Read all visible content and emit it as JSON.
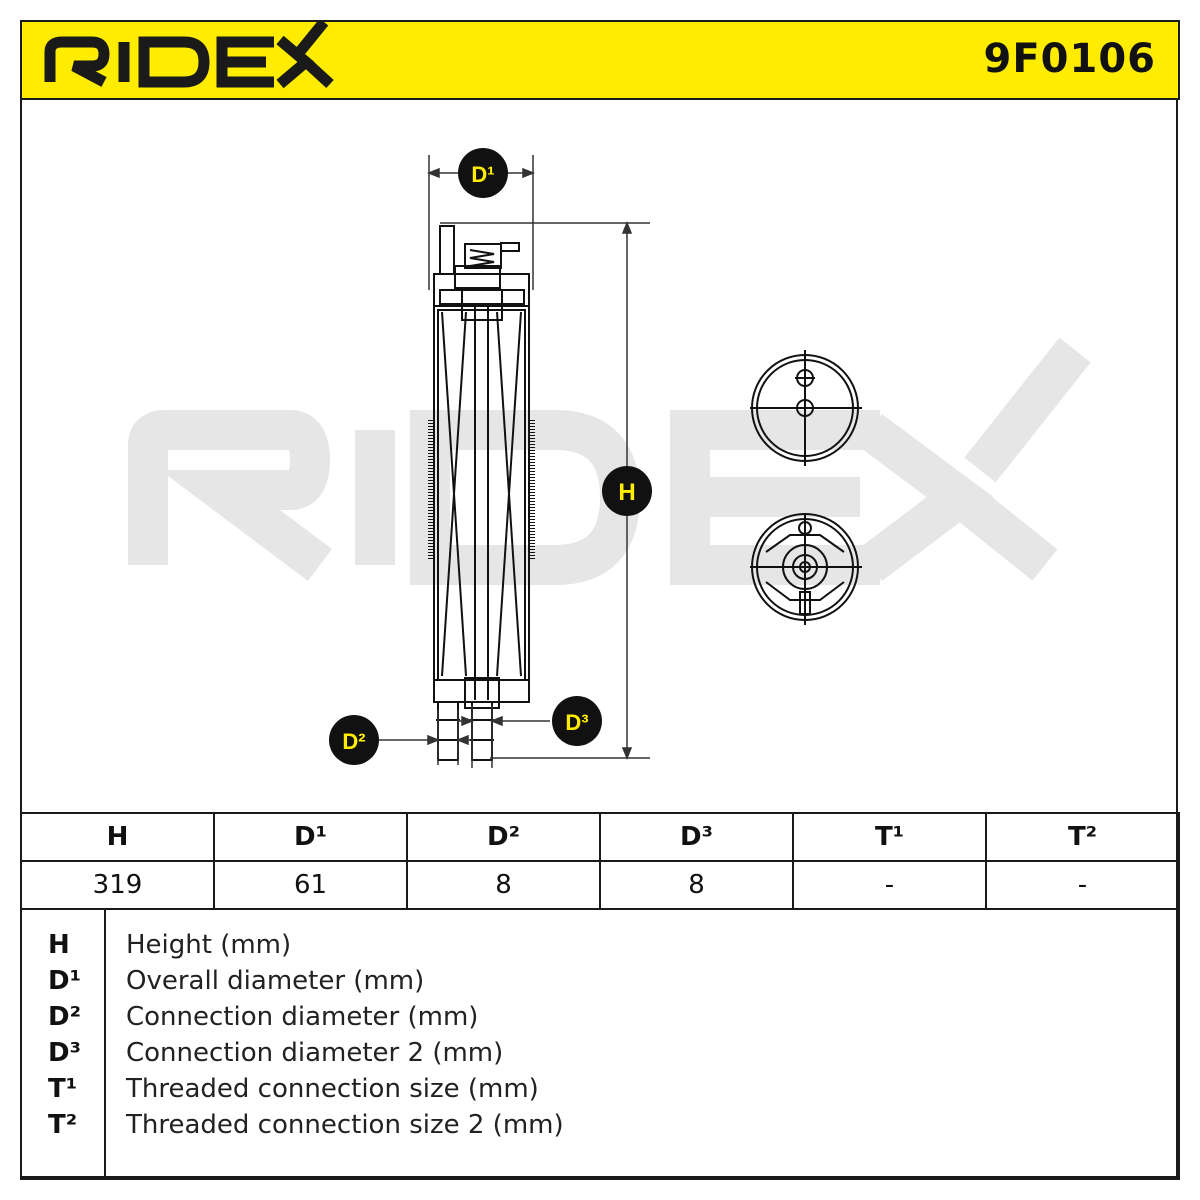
{
  "header": {
    "brand": "RIDEX",
    "part_number": "9F0106",
    "brand_color": "#ffec00"
  },
  "diagram": {
    "watermark": "RIDEX",
    "labels": {
      "d1": "D¹",
      "d2": "D²",
      "d3": "D³",
      "h": "H"
    }
  },
  "table": {
    "headers": [
      "H",
      "D¹",
      "D²",
      "D³",
      "T¹",
      "T²"
    ],
    "values": [
      "319",
      "61",
      "8",
      "8",
      "-",
      "-"
    ]
  },
  "legend": [
    {
      "key": "H",
      "desc": "Height (mm)"
    },
    {
      "key": "D¹",
      "desc": "Overall diameter (mm)"
    },
    {
      "key": "D²",
      "desc": "Connection diameter (mm)"
    },
    {
      "key": "D³",
      "desc": "Connection diameter 2 (mm)"
    },
    {
      "key": "T¹",
      "desc": "Threaded connection size (mm)"
    },
    {
      "key": "T²",
      "desc": "Threaded connection size 2 (mm)"
    }
  ]
}
